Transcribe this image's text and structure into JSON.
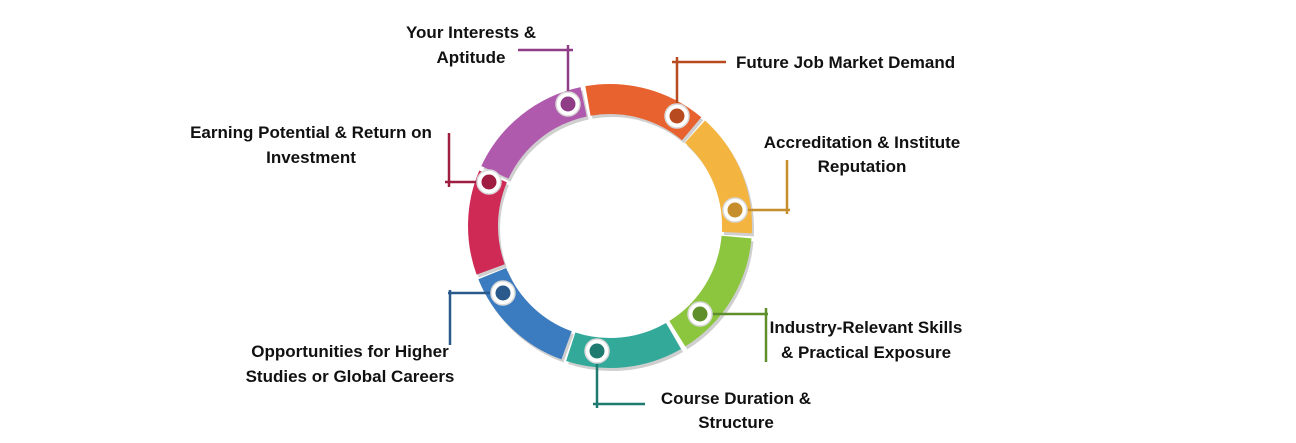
{
  "title": "Factors for choosing a course",
  "factors": [
    {
      "key": "interests",
      "lines": [
        "Your Interests &",
        "Aptitude"
      ],
      "color": "#b05aad",
      "dark": "#8e3d86"
    },
    {
      "key": "job-market",
      "lines": [
        "Future Job Market Demand"
      ],
      "color": "#e8622f",
      "dark": "#b84a1f"
    },
    {
      "key": "accreditation",
      "lines": [
        "Accreditation & Institute",
        "Reputation"
      ],
      "color": "#f4b440",
      "dark": "#c68e2d"
    },
    {
      "key": "industry-skills",
      "lines": [
        "Industry-Relevant Skills",
        "& Practical Exposure"
      ],
      "color": "#8cc63f",
      "dark": "#5f8f2a"
    },
    {
      "key": "course-duration",
      "lines": [
        "Course Duration &",
        "Structure"
      ],
      "color": "#33a99a",
      "dark": "#1f7a70"
    },
    {
      "key": "higher-studies",
      "lines": [
        "Opportunities for Higher",
        "Studies or Global Careers"
      ],
      "color": "#3b7bbf",
      "dark": "#2a5a8c"
    },
    {
      "key": "earning-potential",
      "lines": [
        "Earning Potential & Return on",
        "Investment"
      ],
      "color": "#cf2a56",
      "dark": "#9e1d40"
    }
  ]
}
